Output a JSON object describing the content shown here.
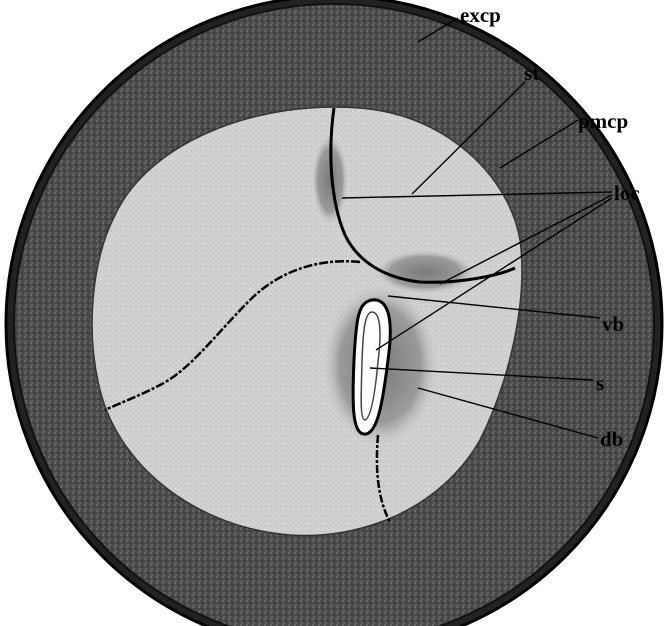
{
  "labels": {
    "excp": "excp",
    "st": "st",
    "pmcp": "pmcp",
    "loc": "loc",
    "vb": "vb",
    "s": "s",
    "db": "db"
  },
  "colors": {
    "exocarp": "#2e2e2e",
    "mesocarp": "#555555",
    "inner_tissue": "#c9c9c9",
    "bundle_shade": "#8a8a8a",
    "outline": "#000000",
    "background": "#ffffff"
  }
}
